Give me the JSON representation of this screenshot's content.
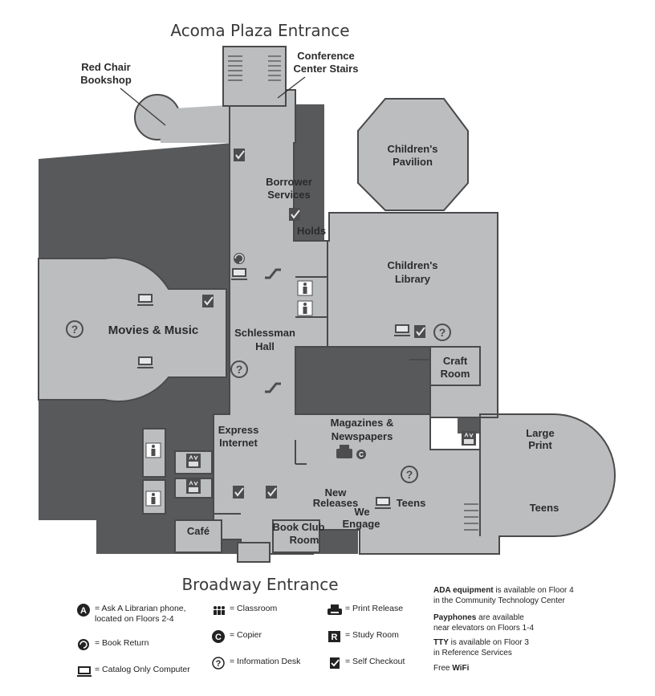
{
  "entrances": {
    "top": "Acoma Plaza Entrance",
    "bottom": "Broadway Entrance"
  },
  "labels": {
    "red_chair_1": "Red Chair",
    "red_chair_2": "Bookshop",
    "conference_1": "Conference",
    "conference_2": "Center Stairs",
    "childrens_pavilion_1": "Children's",
    "childrens_pavilion_2": "Pavilion",
    "borrower_1": "Borrower",
    "borrower_2": "Services",
    "holds": "Holds",
    "childrens_library_1": "Children's",
    "childrens_library_2": "Library",
    "movies_music": "Movies & Music",
    "schlessman_1": "Schlessman",
    "schlessman_2": "Hall",
    "craft_1": "Craft",
    "craft_2": "Room",
    "express_1": "Express",
    "express_2": "Internet",
    "magazines_1": "Magazines &",
    "magazines_2": "Newspapers",
    "large_print_1": "Large",
    "large_print_2": "Print",
    "new_releases_1": "New",
    "new_releases_2": "Releases",
    "teens_a": "Teens",
    "teens_b": "Teens",
    "we_engage_1": "We",
    "we_engage_2": "Engage",
    "cafe": "Café",
    "book_club_1": "Book Club",
    "book_club_2": "Room"
  },
  "legend": {
    "ask_librarian_1": "= Ask A Librarian phone,",
    "ask_librarian_2": "located on Floors 2-4",
    "book_return": "= Book Return",
    "catalog": "= Catalog Only Computer",
    "classroom": "= Classroom",
    "copier": "= Copier",
    "info_desk": "= Information Desk",
    "print_release": "= Print Release",
    "study_room": "= Study Room",
    "self_checkout": "= Self Checkout"
  },
  "notes": {
    "ada_bold": "ADA equipment",
    "ada_rest": " is available on Floor 4",
    "ada_line2": "in the Community Technology Center",
    "pay_bold": "Payphones",
    "pay_rest": " are available",
    "pay_line2": "near elevators on Floors 1-4",
    "tty_bold": "TTY",
    "tty_rest": " is available on Floor 3",
    "tty_line2": "in Reference Services",
    "wifi_plain": "Free ",
    "wifi_bold": "WiFi"
  },
  "colors": {
    "dark": "#58595b",
    "floor": "#bcbdbf",
    "wall": "#4a4a4c",
    "icon": "#4d4d4f"
  },
  "icons": [
    "info-desk-icon",
    "catalog-computer-icon",
    "self-checkout-icon",
    "book-return-icon",
    "restroom-icon",
    "elevator-icon",
    "escalator-icon",
    "print-release-icon",
    "copier-icon",
    "ask-librarian-icon",
    "classroom-icon",
    "study-room-icon"
  ]
}
